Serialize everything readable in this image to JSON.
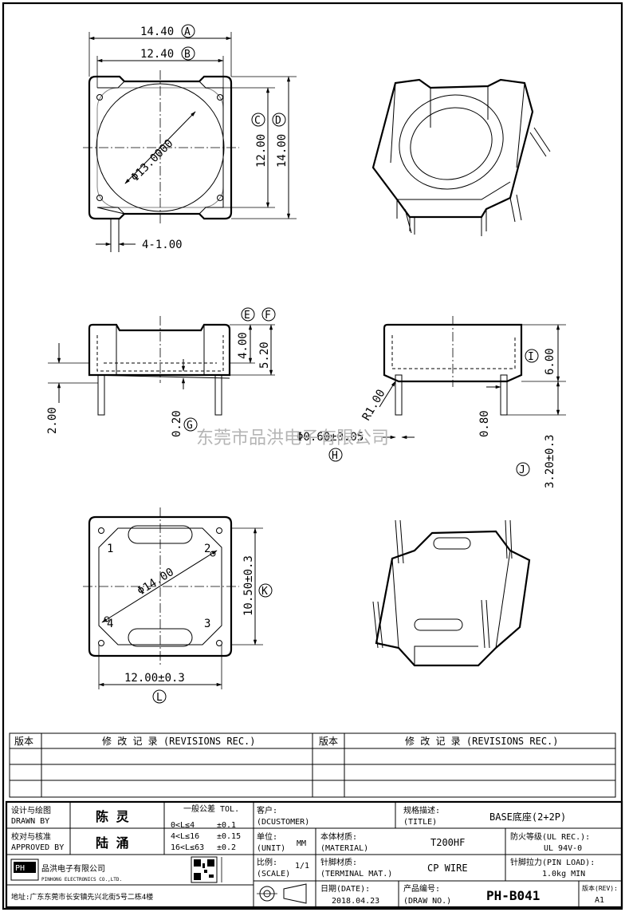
{
  "dimensions": {
    "top_width_outer": "14.40",
    "top_width_inner": "12.40",
    "top_height_inner": "12.00",
    "top_height_outer": "14.00",
    "top_diameter": "Φ13.0000",
    "pin_spacing": "4-1.00",
    "side_height_e": "4.00",
    "side_height_f": "5.20",
    "pin_length": "2.00",
    "base_gap": "0.20",
    "radius": "R1.00",
    "pin_diameter": "Φ0.60±0.05",
    "right_height": "6.00",
    "pin_offset": "0.80",
    "pin_protrude": "3.20±0.3",
    "bottom_diameter": "Φ14.00",
    "bottom_height": "10.50±0.3",
    "bottom_width": "12.00±0.3"
  },
  "markers": {
    "a": "A",
    "b": "B",
    "c": "C",
    "d": "D",
    "e": "E",
    "f": "F",
    "g": "G",
    "h": "H",
    "i": "I",
    "j": "J",
    "k": "K",
    "l": "L"
  },
  "pin_numbers": [
    "1",
    "2",
    "3",
    "4"
  ],
  "watermark": "东莞市品洪电子有限公司",
  "revisions": {
    "col_version": "版本",
    "col_record": "修 改 记 录 (REVISIONS REC.)"
  },
  "title_block": {
    "drawn_label_cn": "设计与绘图",
    "drawn_label_en": "DRAWN BY",
    "drawn_name": "陈 灵",
    "approved_label_cn": "校对与核准",
    "approved_label_en": "APPROVED BY",
    "approved_name": "陆 涌",
    "tol_title": "一般公差 TOL.",
    "tol_rows": [
      {
        "range": "0<L≤4",
        "value": "±0.1"
      },
      {
        "range": "4<L≤16",
        "value": "±0.15"
      },
      {
        "range": "16<L≤63",
        "value": "±0.2"
      }
    ],
    "customer_label": "客户:",
    "customer_en": "(DCUSTOMER)",
    "spec_label": "规格描述:",
    "spec_en": "(TITLE)",
    "spec_value": "BASE底座(2+2P)",
    "unit_label": "单位:",
    "unit_en": "(UNIT)",
    "unit_value": "MM",
    "material_label": "本体材质:",
    "material_en": "(MATERIAL)",
    "material_value": "T200HF",
    "fire_label": "防火等级(UL REC.):",
    "fire_value": "UL 94V-0",
    "scale_label": "比例:",
    "scale_en": "(SCALE)",
    "scale_value": "1/1",
    "terminal_label": "针脚材质:",
    "terminal_en": "(TERMINAL MAT.)",
    "terminal_value": "CP WIRE",
    "pinload_label": "针脚拉力(PIN LOAD):",
    "pinload_value": "1.0kg MIN",
    "date_label": "日期(DATE):",
    "date_value": "2018.04.23",
    "drawno_label": "产品编号:",
    "drawno_en": "(DRAW NO.)",
    "drawno_value": "PH-B041",
    "rev_label": "版本(REV):",
    "rev_value": "A1",
    "company_name": "品洪电子有限公司",
    "company_en": "PINHONG ELECTRONICS CO.,LTD.",
    "logo_text": "PH",
    "address": "地址:广东东莞市长安镇先兴北街5号二栋4楼"
  }
}
